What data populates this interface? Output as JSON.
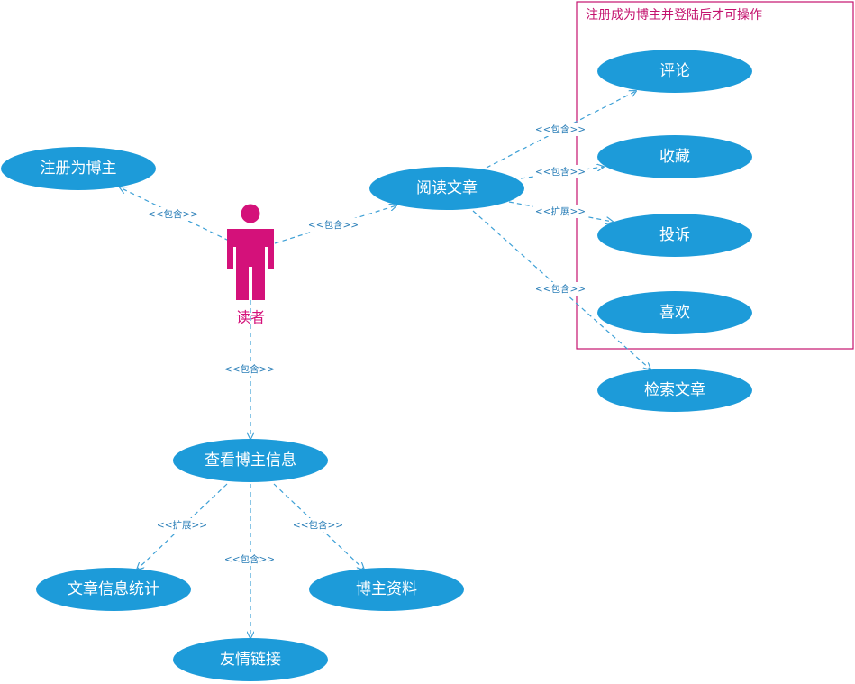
{
  "colors": {
    "usecase_fill": "#1d9bd9",
    "usecase_text": "#ffffff",
    "actor": "#d4117a",
    "connector": "#3da0d6",
    "relation_text": "#2b7fb8",
    "boundary": "#c4136f"
  },
  "boundary": {
    "title": "注册成为博主并登陆后才可操作"
  },
  "actor": {
    "label": "读者"
  },
  "usecases": {
    "register": "注册为博主",
    "read": "阅读文章",
    "comment": "评论",
    "favorite": "收藏",
    "complain": "投诉",
    "like": "喜欢",
    "search": "检索文章",
    "view_blogger": "查看博主信息",
    "stats": "文章信息统计",
    "profile": "博主资料",
    "links": "友情链接"
  },
  "relations": {
    "actor_register": "<<包含>>",
    "actor_read": "<<包含>>",
    "actor_view_blogger": "<<包含>>",
    "read_comment": "<<包含>>",
    "read_favorite": "<<包含>>",
    "read_complain": "<<扩展>>",
    "read_search": "<<包含>>",
    "view_stats": "<<扩展>>",
    "view_links": "<<包含>>",
    "view_profile": "<<包含>>"
  }
}
